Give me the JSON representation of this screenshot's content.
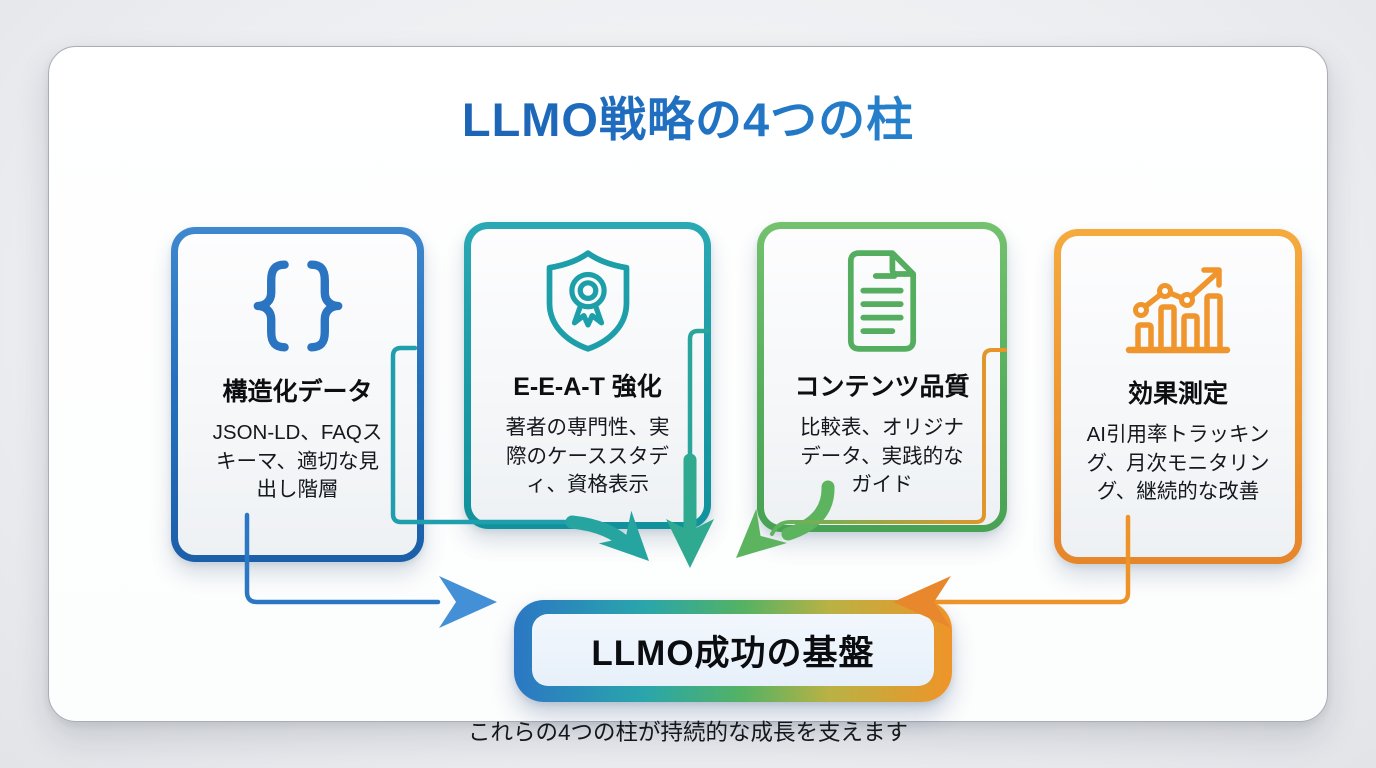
{
  "title": "LLMO戦略の4つの柱",
  "pillars": [
    {
      "title": "構造化データ",
      "description": "JSON-LD、FAQス\nキーマ、適切な見\n出し階層",
      "icon": "braces-icon",
      "accent": "#2b77c4"
    },
    {
      "title": "E-E-A-T 強化",
      "description": "著者の専門性、実\n際のケーススタデ\nィ、資格表示",
      "icon": "shield-award-icon",
      "accent": "#1a9aa5"
    },
    {
      "title": "コンテンツ品質",
      "description": "比較表、オリジナ\nデータ、実践的な\nガイド",
      "icon": "document-icon",
      "accent": "#56ae5c"
    },
    {
      "title": "効果測定",
      "description": "AI引用率トラッキン\nグ、月次モニタリン\nグ、継続的な改善",
      "icon": "chart-growth-icon",
      "accent": "#ee962f"
    }
  ],
  "foundation": {
    "label": "LLMO成功の基盤"
  },
  "caption": "これらの4つの柱が持続的な成長を支えます",
  "colors": {
    "title_gradient_start": "#164f9e",
    "title_gradient_end": "#2f9fe0",
    "foundation_fill": "#e7f0fa",
    "arrow_blue": "#2b77c4",
    "arrow_teal": "#25a4a0",
    "arrow_green": "#5cb45f",
    "arrow_orange": "#ee9327"
  }
}
